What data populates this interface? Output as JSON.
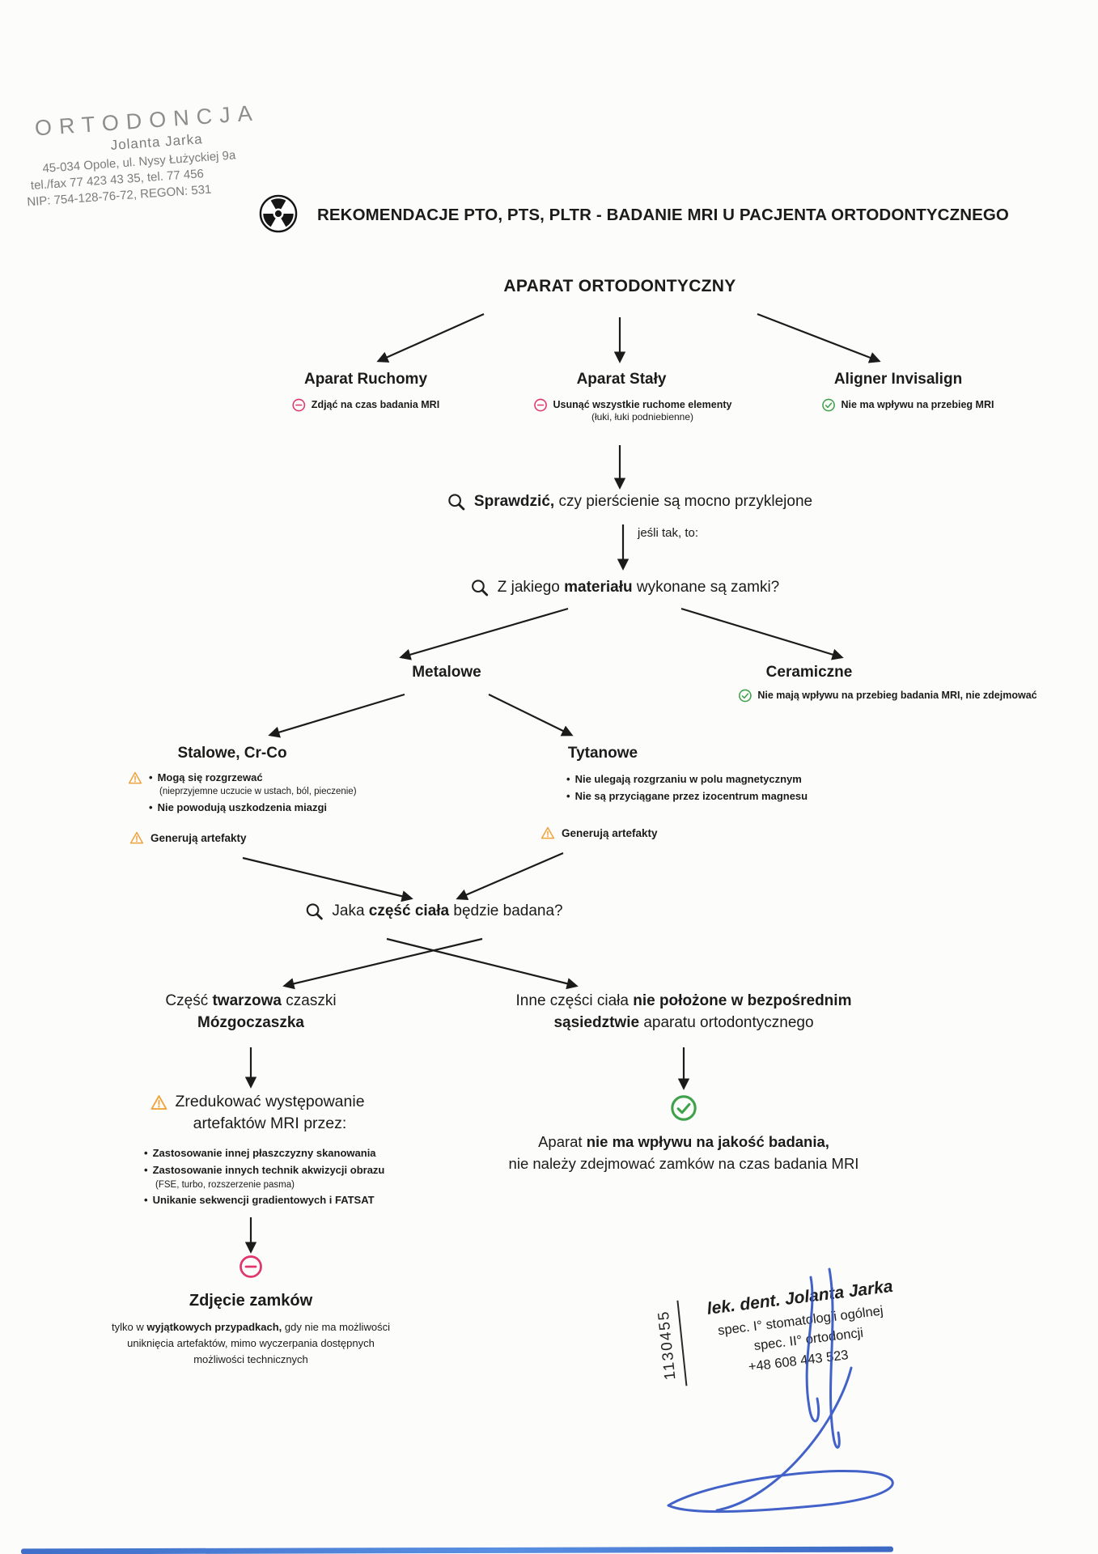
{
  "stamp": {
    "name": "ORTODONCJA",
    "person": "Jolanta Jarka",
    "address": "45-034 Opole, ul. Nysy Łużyckiej 9a",
    "phones": "tel./fax 77 423 43 35, tel. 77 456",
    "ids": "NIP: 754-128-76-72, REGON: 531"
  },
  "title": {
    "pre": "REKOMENDACJE PTO, PTS, PLTR - BADANIE ",
    "em": "MRI",
    "post": " U PACJENTA ORTODONTYCZNEGO"
  },
  "root_label": "APARAT ORTODONTYCZNY",
  "branches": {
    "ruchomy": {
      "label": "Aparat Ruchomy",
      "note": "Zdjąć na czas badania MRI"
    },
    "staly": {
      "label": "Aparat Stały",
      "note": "Usunąć wszystkie ruchome elementy",
      "note_sub": "(łuki, łuki podniebienne)"
    },
    "aligner": {
      "label": "Aligner Invisalign",
      "note": "Nie ma wpływu na przebieg MRI"
    }
  },
  "checks": {
    "q1": {
      "em": "Sprawdzić,",
      "rest": " czy pierścienie są mocno przyklejone"
    },
    "condition": "jeśli tak, to:",
    "q2": {
      "pre": "Z jakiego ",
      "em": "materiału",
      "post": " wykonane są zamki?"
    },
    "q3": {
      "pre": "Jaka ",
      "em": "część ciała",
      "post": " będzie badana?"
    }
  },
  "materials": {
    "metal": {
      "label": "Metalowe"
    },
    "ceramic": {
      "label": "Ceramiczne",
      "note": "Nie mają wpływu na przebieg badania MRI, nie zdejmować"
    },
    "steel": {
      "label": "Stalowe, Cr-Co",
      "b1": "Mogą się rozgrzewać",
      "b1_sub": "(nieprzyjemne uczucie w ustach, ból, pieczenie)",
      "b2": "Nie powodują uszkodzenia miazgi",
      "warn": "Generują artefakty"
    },
    "titanium": {
      "label": "Tytanowe",
      "b1": "Nie ulegają rozgrzaniu w polu magnetycznym",
      "b2": "Nie są przyciągane przez izocentrum magnesu",
      "warn": "Generują artefakty"
    }
  },
  "body_part": {
    "head": {
      "l1_pre": "Część ",
      "l1_em": "twarzowa",
      "l1_post": " czaszki",
      "l2": "Mózgoczaszka"
    },
    "other": {
      "l1_pre": "Inne części ciała ",
      "l1_em": "nie położone w bezpośrednim",
      "l2_em": "sąsiedztwie",
      "l2_post": " aparatu ortodontycznego"
    }
  },
  "reduce": {
    "t1": "Zredukować występowanie",
    "t2": "artefaktów MRI przez:",
    "b1": "Zastosowanie innej płaszczyzny skanowania",
    "b2": "Zastosowanie innych technik akwizycji obrazu",
    "b2_sub": "(FSE, turbo, rozszerzenie pasma)",
    "b3": "Unikanie sekwencji gradientowych i FATSAT"
  },
  "ok_result": {
    "l1_pre": "Aparat ",
    "l1_em": "nie ma wpływu na jakość badania,",
    "l2": "nie należy zdejmować zamków na czas badania MRI"
  },
  "removal": {
    "title": "Zdjęcie zamków",
    "p1_pre": "tylko w ",
    "p1_em": "wyjątkowych przypadkach,",
    "p1_post": " gdy nie ma możliwości",
    "p2": "uniknięcia artefaktów, mimo wyczerpania dostępnych",
    "p3": "możliwości technicznych"
  },
  "signature": {
    "number": "1130455",
    "name": "lek. dent. Jolanta Jarka",
    "spec1": "spec. I° stomatologii ogólnej",
    "spec2": "spec. II° ortodoncji",
    "phone": "+48 608 443 523"
  },
  "colors": {
    "minus": "#e0356f",
    "check": "#3fa24b",
    "warning": "#f0a23a",
    "ink": "#1b1b1b",
    "signature": "#3355c4",
    "bottom_bar": "#2f62c4"
  },
  "icons": {
    "minus": "minus-circle-icon",
    "check": "check-circle-icon",
    "warning": "warning-triangle-icon",
    "magnifier": "magnifier-icon",
    "radiation": "radiation-icon"
  }
}
